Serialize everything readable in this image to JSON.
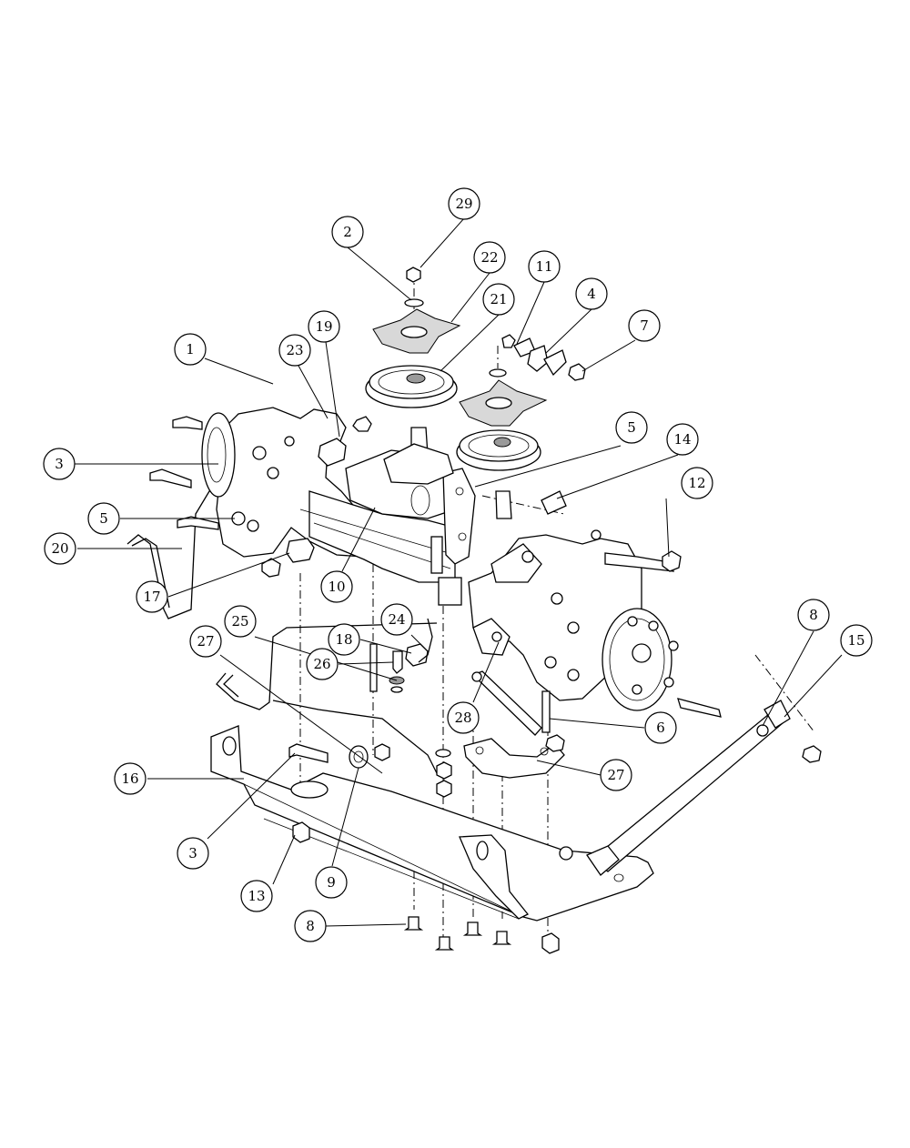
{
  "callouts": [
    {
      "label": "29"
    },
    {
      "label": "2"
    },
    {
      "label": "22"
    },
    {
      "label": "11"
    },
    {
      "label": "4"
    },
    {
      "label": "21"
    },
    {
      "label": "7"
    },
    {
      "label": "19"
    },
    {
      "label": "1"
    },
    {
      "label": "23"
    },
    {
      "label": "3"
    },
    {
      "label": "5"
    },
    {
      "label": "14"
    },
    {
      "label": "12"
    },
    {
      "label": "5"
    },
    {
      "label": "20"
    },
    {
      "label": "10"
    },
    {
      "label": "17"
    },
    {
      "label": "25"
    },
    {
      "label": "24"
    },
    {
      "label": "27"
    },
    {
      "label": "18"
    },
    {
      "label": "26"
    },
    {
      "label": "8"
    },
    {
      "label": "15"
    },
    {
      "label": "28"
    },
    {
      "label": "6"
    },
    {
      "label": "27"
    },
    {
      "label": "16"
    },
    {
      "label": "3"
    },
    {
      "label": "13"
    },
    {
      "label": "9"
    },
    {
      "label": "8"
    }
  ]
}
